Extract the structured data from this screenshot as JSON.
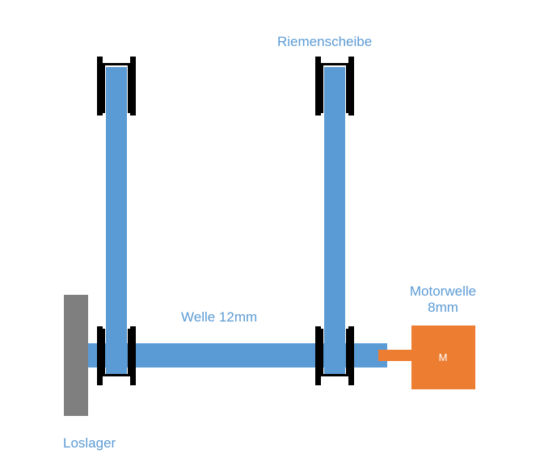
{
  "labels": {
    "riemenscheibe": "Riemenscheibe",
    "welle": "Welle 12mm",
    "motorwelle_line1": "Motorwelle",
    "motorwelle_line2": "8mm",
    "loslager": "Loslager",
    "motor": "M"
  },
  "colors": {
    "belt": "#5b9bd5",
    "shaft": "#5b9bd5",
    "pulley_flange": "#000000",
    "motor": "#ed7d31",
    "bearing": "#7f7f7f",
    "label_text": "#5b9bd5"
  }
}
